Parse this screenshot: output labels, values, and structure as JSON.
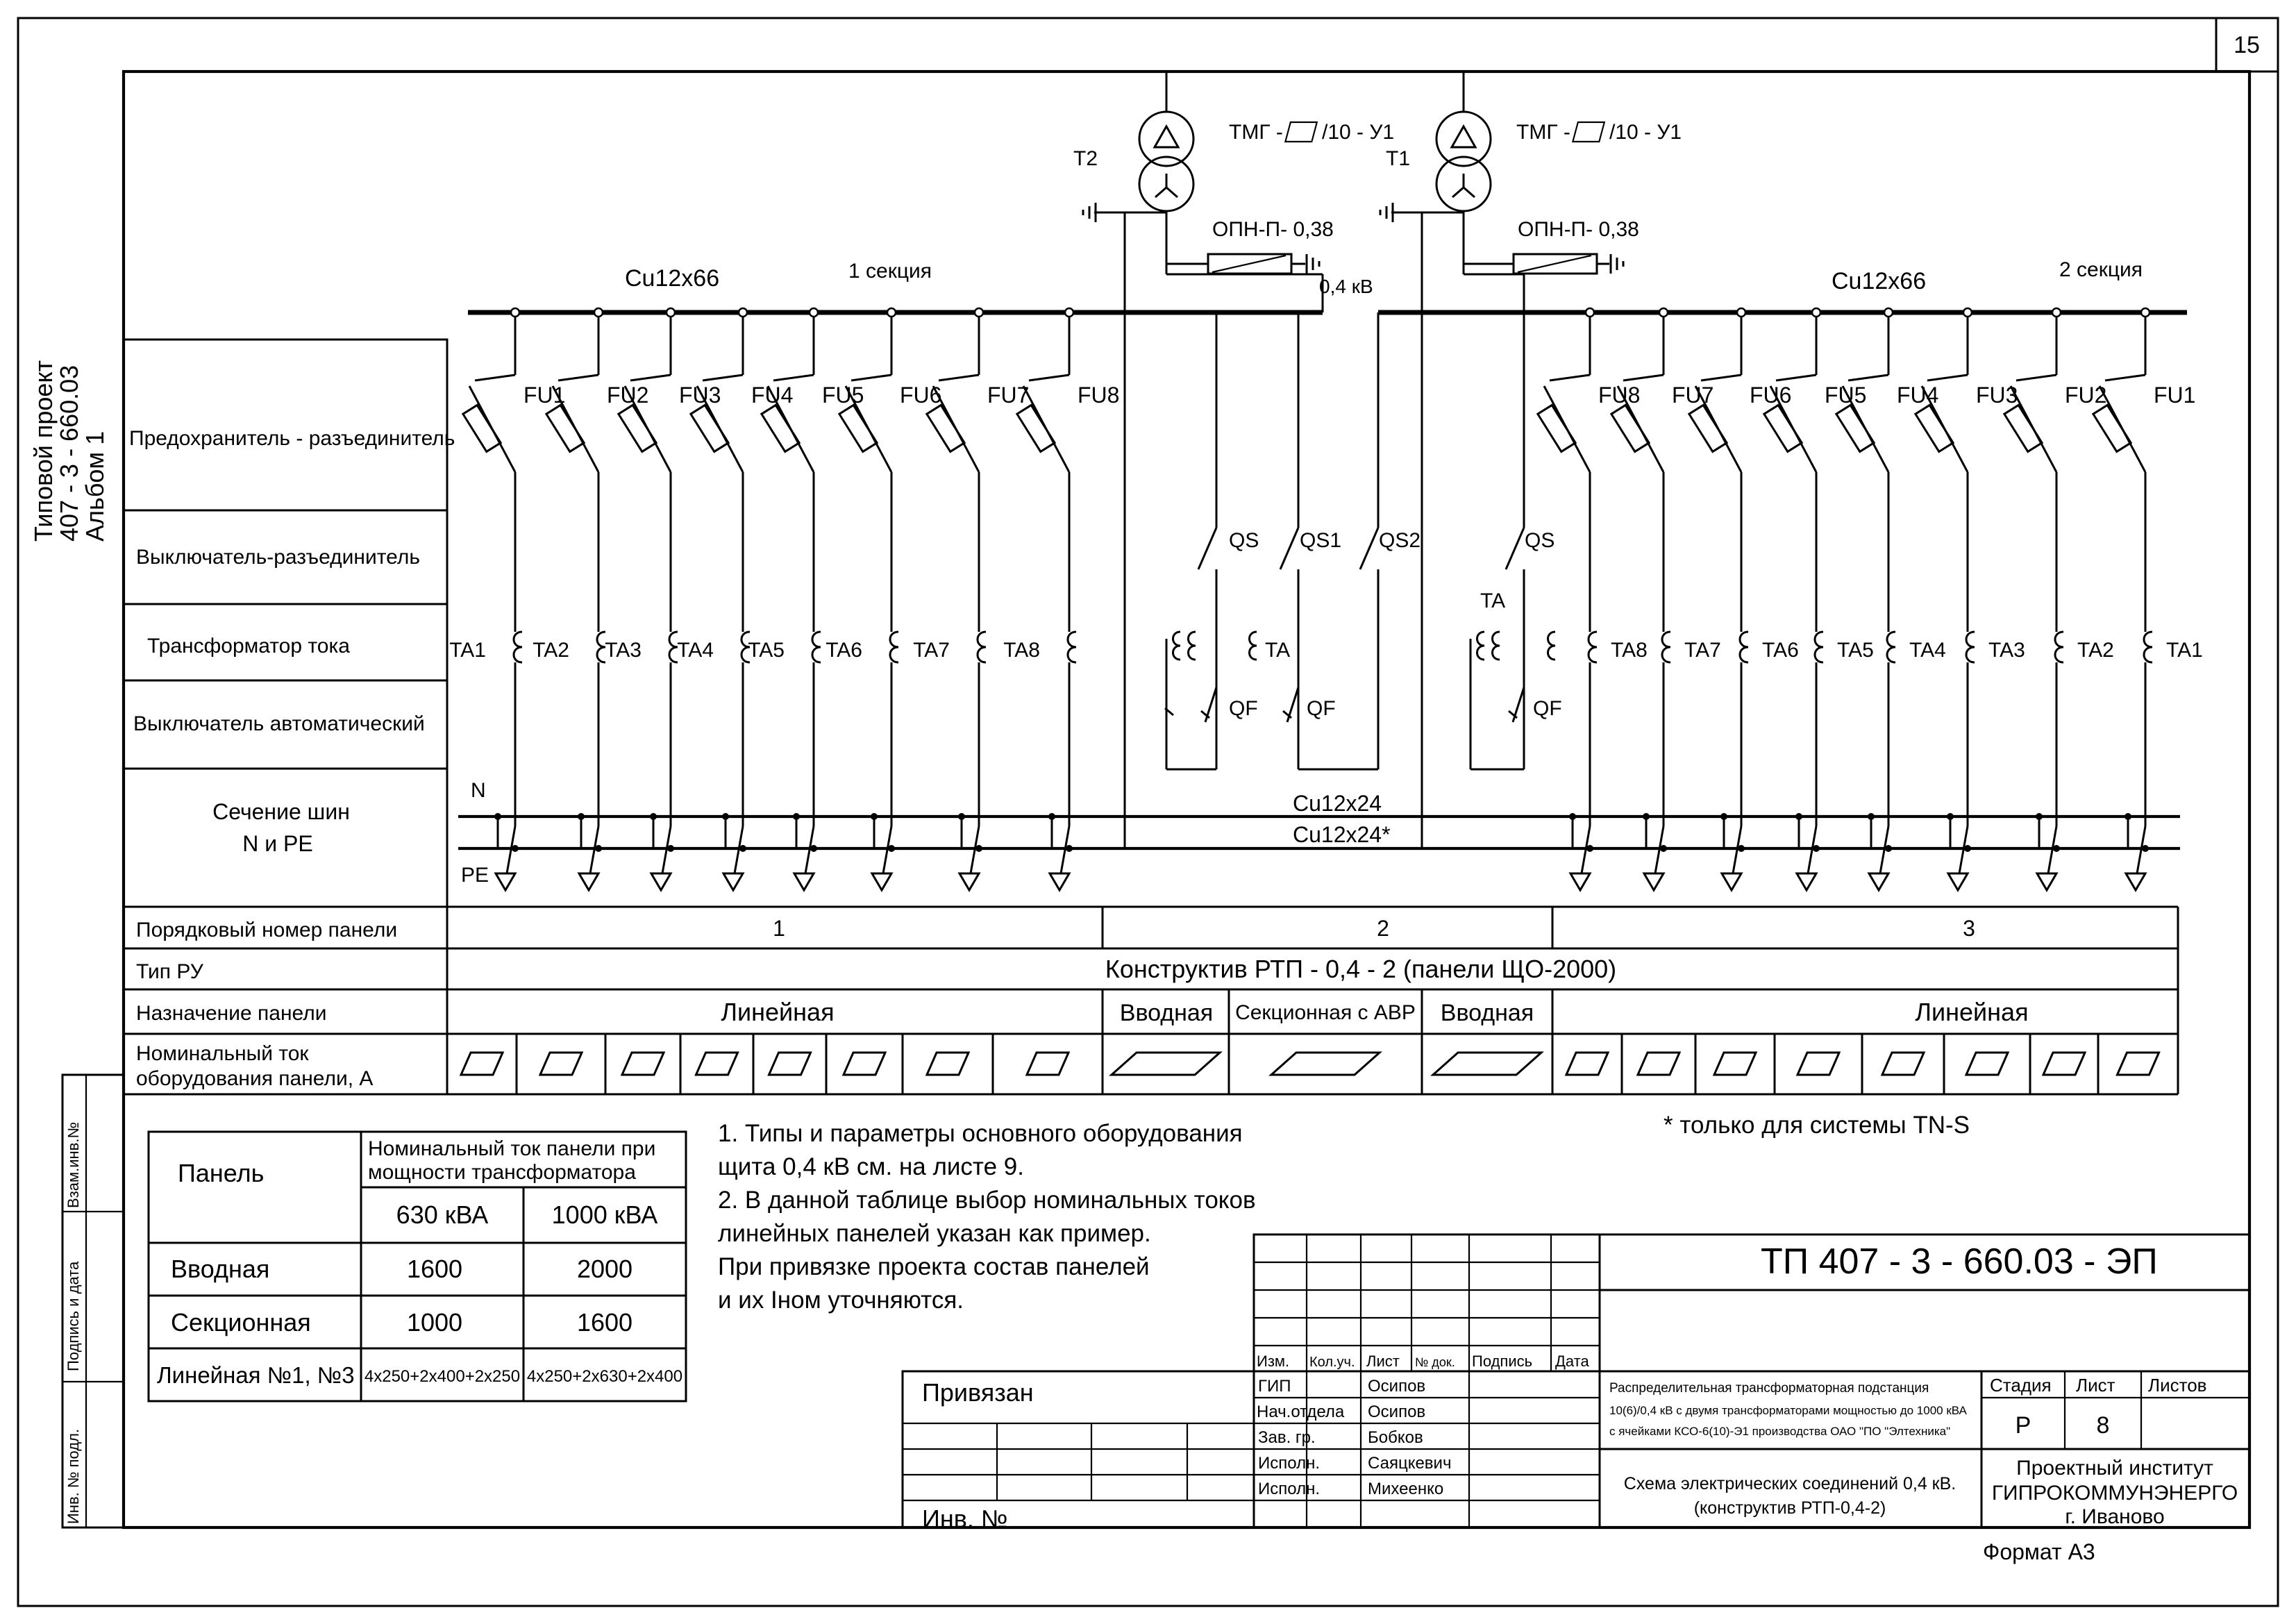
{
  "sheet_number": "15",
  "side_stamp": {
    "line1": "Типовой проект",
    "line2": "407 - 3 - 660.03",
    "line3": "Альбом  1"
  },
  "left_stamp_cells": [
    "Взам.инв.№",
    "Подпись и дата",
    "Инв. № подл."
  ],
  "transformers": [
    {
      "id": "T2",
      "type_prefix": "ТМГ -",
      "type_suffix": "/10 - У1",
      "arrester": "ОПН-П- 0,38"
    },
    {
      "id": "T1",
      "type_prefix": "ТМГ -",
      "type_suffix": "/10 - У1",
      "arrester": "ОПН-П- 0,38"
    }
  ],
  "bus": {
    "voltage": "0,4 кВ",
    "left_cross_section": "Cu12x66",
    "right_cross_section": "Cu12x66",
    "section1": "1 секция",
    "section2": "2 секция",
    "n_cross_section": "Cu12x24",
    "pe_cross_section": "Cu12x24*",
    "n_label": "N",
    "pe_label": "PE"
  },
  "row_labels": {
    "fuse": "Предохранитель - разъединитель",
    "switch": "Выключатель-разъединитель",
    "ct": "Трансформатор тока",
    "breaker": "Выключатель автоматический",
    "bus_line1": "Сечение шин",
    "bus_line2": "N  и PE",
    "panel_no": "Порядковый номер панели",
    "ru_type": "Тип РУ",
    "purpose": "Назначение панели",
    "current_line1": "Номинальный ток",
    "current_line2": "оборудования панели, А"
  },
  "feeders_left": {
    "fuses": [
      "FU1",
      "FU2",
      "FU3",
      "FU4",
      "FU5",
      "FU6",
      "FU7",
      "FU8"
    ],
    "cts": [
      "TA1",
      "TA2",
      "TA3",
      "TA4",
      "TA5",
      "TA6",
      "TA7",
      "TA8"
    ]
  },
  "feeders_right": {
    "fuses": [
      "FU8",
      "FU7",
      "FU6",
      "FU5",
      "FU4",
      "FU3",
      "FU2",
      "FU1"
    ],
    "cts": [
      "TA8",
      "TA7",
      "TA6",
      "TA5",
      "TA4",
      "TA3",
      "TA2",
      "TA1"
    ]
  },
  "devices": {
    "qs": "QS",
    "qs1": "QS1",
    "qs2": "QS2",
    "qs_right": "QS",
    "ta_mid": "TA",
    "ta_right": "TA",
    "qf_left": "QF",
    "qf_mid": "QF",
    "qf_right": "QF"
  },
  "panel_numbers": [
    "1",
    "2",
    "3"
  ],
  "ru_type_value": "Конструктив РТП - 0,4 - 2 (панели ЩО-2000)",
  "purpose": {
    "left": "Линейная",
    "input_left": "Вводная",
    "sectional": "Секционная с АВР",
    "input_right": "Вводная",
    "right": "Линейная"
  },
  "notes": {
    "line1": "1. Типы и параметры основного оборудования",
    "line2": "щита 0,4 кВ см. на листе 9.",
    "line3": "2. В данной таблице выбор номинальных токов",
    "line4": "линейных панелей указан как пример.",
    "line5": "При привязке проекта состав панелей",
    "line6": "и их Iном уточняются.",
    "tn_s": "* только для системы TN-S"
  },
  "current_table": {
    "header_panel": "Панель",
    "header_current_line1": "Номинальный ток панели при",
    "header_current_line2": "мощности трансформатора",
    "power_630": "630 кВА",
    "power_1000": "1000 кВА",
    "rows": [
      {
        "name": "Вводная",
        "v630": "1600",
        "v1000": "2000"
      },
      {
        "name": "Секционная",
        "v630": "1000",
        "v1000": "1600"
      },
      {
        "name": "Линейная №1, №3",
        "v630": "4x250+2x400+2x250",
        "v1000": "4x250+2x630+2x400"
      }
    ]
  },
  "title_block": {
    "code": "ТП  407 - 3 - 660.03  - ЭП",
    "privyazan": "Привязан",
    "inv": "Инв. №",
    "col_headers": [
      "Изм.",
      "Кол.уч.",
      "Лист",
      "№ док.",
      "Подпись",
      "Дата"
    ],
    "roles": [
      "ГИП",
      "Нач.отдела",
      "Зав. гр.",
      "Исполн.",
      "Исполн."
    ],
    "names": [
      "Осипов",
      "Осипов",
      "Бобков",
      "Саяцкевич",
      "Михеенко"
    ],
    "description_line1": "Распределительная трансформаторная подстанция",
    "description_line2": "10(6)/0,4 кВ с двумя трансформаторами мощностью  до 1000 кВА",
    "description_line3": "с ячейками КСО-6(10)-Э1 производства ОАО \"ПО \"Элтехника\"",
    "scheme_line1": "Схема  электрических соединений 0,4 кВ.",
    "scheme_line2": "(конструктив РТП-0,4-2)",
    "stage_label": "Стадия",
    "sheet_label": "Лист",
    "sheets_label": "Листов",
    "stage_value": "Р",
    "sheet_value": "8",
    "org_line1": "Проектный институт",
    "org_line2": "ГИПРОКОММУНЭНЕРГО",
    "org_line3": "г. Иваново",
    "format": "Формат А3"
  }
}
